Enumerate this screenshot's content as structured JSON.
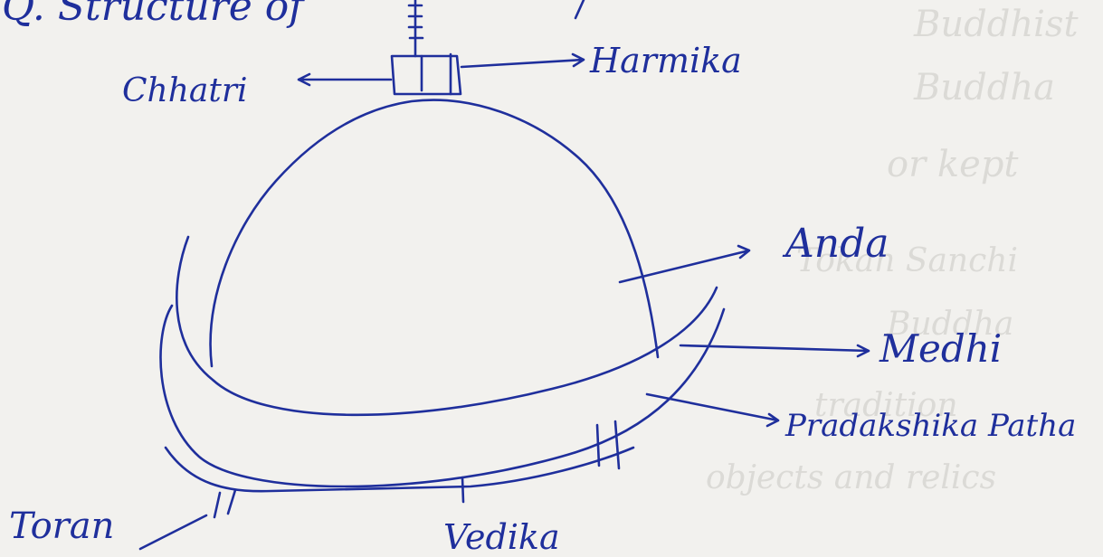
{
  "heading": "Q. Structure of",
  "labels": {
    "chhatri": "Chhatri",
    "harmika": "Harmika",
    "anda": "Anda",
    "medhi": "Medhi",
    "pradakshina_patha": "Pradakshika Patha",
    "toran": "Toran",
    "vedika": "Vedika"
  },
  "colors": {
    "ink": "#1f2f9c",
    "paper": "#f2f1ee"
  }
}
